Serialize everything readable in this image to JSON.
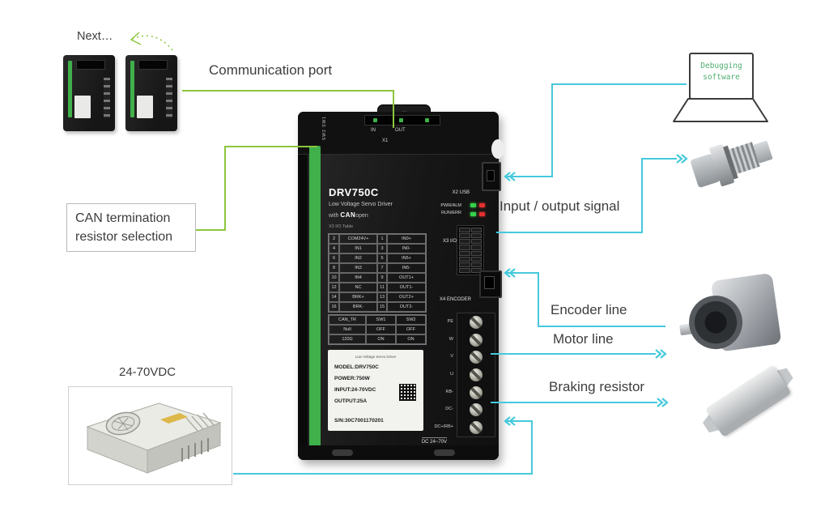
{
  "colors": {
    "green_line": "#8cc63e",
    "cyan_line": "#45c9dc",
    "driver_green": "#3fb04a",
    "debug_text_green": "#4fae72"
  },
  "annotations": {
    "next": "Next…",
    "communication_port": "Communication port",
    "can_termination": "CAN termination resistor selection",
    "debugging_software": "Debugging software",
    "io_signal": "Input / output signal",
    "encoder_line": "Encoder line",
    "motor_line": "Motor line",
    "braking_resistor": "Braking resistor",
    "psu_voltage": "24-70VDC"
  },
  "driver": {
    "sw_labels": "SW2 SW1",
    "port_in": "IN",
    "port_out": "OUT",
    "port_x1": "X1",
    "model": "DRV750C",
    "subtitle": "Low Voltage Servo Driver",
    "with_word": "with ",
    "can_word": "CAN",
    "open_word": "open",
    "io_table_title": "X3 I/O Table",
    "io_table_rows": [
      [
        "2",
        "COM24V+",
        "1",
        "IN0+"
      ],
      [
        "4",
        "IN1",
        "3",
        "IN0-"
      ],
      [
        "6",
        "IN2",
        "5",
        "IN5+"
      ],
      [
        "8",
        "IN3",
        "7",
        "IN5-"
      ],
      [
        "10",
        "IN4",
        "9",
        "OUT1+"
      ],
      [
        "12",
        "NC",
        "11",
        "OUT1-"
      ],
      [
        "14",
        "BRK+",
        "13",
        "OUT2+"
      ],
      [
        "16",
        "BRK-",
        "15",
        "OUT2-"
      ]
    ],
    "can_table_rows": [
      [
        "CAN_TR",
        "SW1",
        "SW2"
      ],
      [
        "Null",
        "OFF",
        "OFF"
      ],
      [
        "120Ω",
        "ON",
        "ON"
      ]
    ],
    "nameplate": {
      "brand": "Low Voltage Servo Driver",
      "model": "MODEL:DRV750C",
      "power": "POWER:750W",
      "input": "INPUT:24-70VDC",
      "output": "OUTPUT:25A",
      "serial": "S/N:30C7001170201"
    },
    "usb_label": "X2 USB",
    "led_row1": "PWR/ALM",
    "led_row2": "RUN/ERR",
    "io_label": "X3 I/O",
    "encoder_label": "X4 ENCODER",
    "terminals": [
      "PE",
      "W",
      "V",
      "U",
      "RB-",
      "DC-",
      "DC+/RB+"
    ],
    "dc_range": "DC 24~70V"
  }
}
